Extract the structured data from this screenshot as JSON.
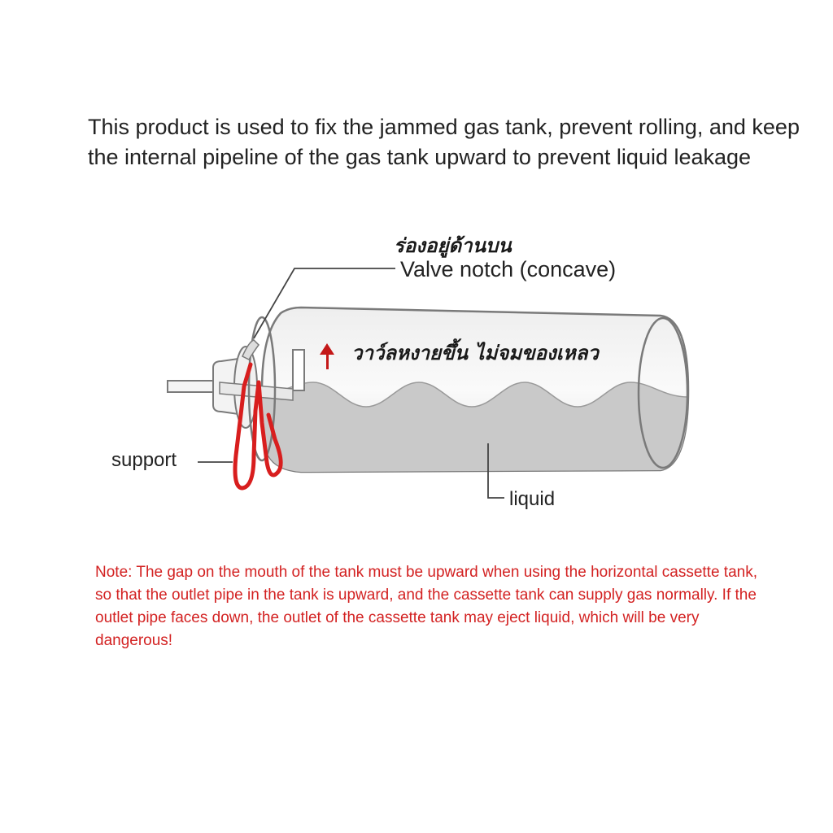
{
  "intro_text": "This product is used to fix the jammed gas tank, prevent rolling, and keep the internal pipeline of the gas tank upward to prevent liquid leakage",
  "diagram": {
    "thai_top_label": "ร่องอยู่ด้านบน",
    "valve_label": "Valve notch (concave)",
    "thai_mid_label": "วาว์ลหงายขึ้น ไม่จมของเหลว",
    "support_label": "support",
    "liquid_label": "liquid"
  },
  "note_text": "Note: The gap on the mouth of the tank must be upward when using the horizontal cassette tank, so that the outlet pipe in the tank is upward, and the cassette tank can supply gas normally. If the outlet pipe faces down, the outlet of the cassette tank may eject liquid, which will be very dangerous!",
  "colors": {
    "text": "#222222",
    "note": "#d32222",
    "support_wire": "#d81e1e",
    "arrow": "#c41818",
    "liquid": "#c9c9c9",
    "tank_outline": "#7a7a7a"
  }
}
